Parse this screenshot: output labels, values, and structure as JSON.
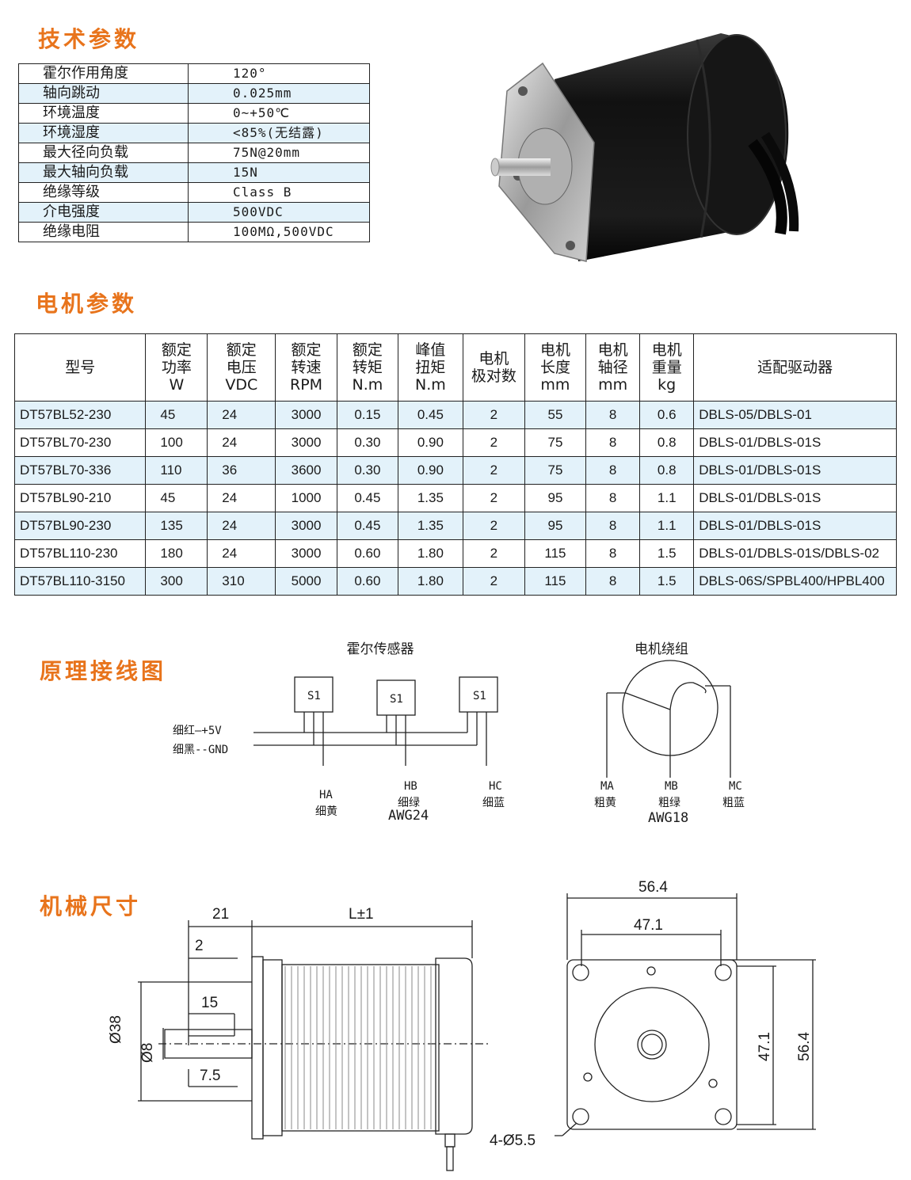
{
  "titles": {
    "tech": "技术参数",
    "motor": "电机参数",
    "wiring": "原理接线图",
    "mech": "机械尺寸"
  },
  "tech_params": [
    {
      "label": "霍尔作用角度",
      "value": "120°"
    },
    {
      "label": "轴向跳动",
      "value": "0.025mm"
    },
    {
      "label": "环境温度",
      "value": "0~+50℃"
    },
    {
      "label": "环境湿度",
      "value": "<85%(无结露)"
    },
    {
      "label": "最大径向负载",
      "value": "75N@20mm"
    },
    {
      "label": "最大轴向负载",
      "value": "15N"
    },
    {
      "label": "绝缘等级",
      "value": "Class B"
    },
    {
      "label": "介电强度",
      "value": "500VDC"
    },
    {
      "label": "绝缘电阻",
      "value": "100MΩ,500VDC"
    }
  ],
  "motor_table": {
    "headers": [
      [
        "型号"
      ],
      [
        "额定",
        "功率",
        "W"
      ],
      [
        "额定",
        "电压",
        "VDC"
      ],
      [
        "额定",
        "转速",
        "RPM"
      ],
      [
        "额定",
        "转矩",
        "N.m"
      ],
      [
        "峰值",
        "扭矩",
        "N.m"
      ],
      [
        "电机",
        "极对数"
      ],
      [
        "电机",
        "长度",
        "mm"
      ],
      [
        "电机",
        "轴径",
        "mm"
      ],
      [
        "电机",
        "重量",
        "kg"
      ],
      [
        "适配驱动器"
      ]
    ],
    "rows": [
      [
        "DT57BL52-230",
        "45",
        "24",
        "3000",
        "0.15",
        "0.45",
        "2",
        "55",
        "8",
        "0.6",
        "DBLS-05/DBLS-01"
      ],
      [
        "DT57BL70-230",
        "100",
        "24",
        "3000",
        "0.30",
        "0.90",
        "2",
        "75",
        "8",
        "0.8",
        "DBLS-01/DBLS-01S"
      ],
      [
        "DT57BL70-336",
        "110",
        "36",
        "3600",
        "0.30",
        "0.90",
        "2",
        "75",
        "8",
        "0.8",
        "DBLS-01/DBLS-01S"
      ],
      [
        "DT57BL90-210",
        "45",
        "24",
        "1000",
        "0.45",
        "1.35",
        "2",
        "95",
        "8",
        "1.1",
        "DBLS-01/DBLS-01S"
      ],
      [
        "DT57BL90-230",
        "135",
        "24",
        "3000",
        "0.45",
        "1.35",
        "2",
        "95",
        "8",
        "1.1",
        "DBLS-01/DBLS-01S"
      ],
      [
        "DT57BL110-230",
        "180",
        "24",
        "3000",
        "0.60",
        "1.80",
        "2",
        "115",
        "8",
        "1.5",
        "DBLS-01/DBLS-01S/DBLS-02"
      ],
      [
        "DT57BL110-3150",
        "300",
        "310",
        "5000",
        "0.60",
        "1.80",
        "2",
        "115",
        "8",
        "1.5",
        "DBLS-06S/SPBL400/HPBL400"
      ]
    ]
  },
  "wiring": {
    "hall_title": "霍尔传感器",
    "winding_title": "电机绕组",
    "sensor_label": "S1",
    "wire_plus": "细红—+5V",
    "wire_gnd": "细黑--GND",
    "hall_wires": [
      {
        "code": "HA",
        "color": "细黄"
      },
      {
        "code": "HB",
        "color": "细绿"
      },
      {
        "code": "HC",
        "color": "细蓝"
      }
    ],
    "hall_gauge": "AWG24",
    "winding_wires": [
      {
        "code": "MA",
        "color": "粗黄"
      },
      {
        "code": "MB",
        "color": "粗绿"
      },
      {
        "code": "MC",
        "color": "粗蓝"
      }
    ],
    "winding_gauge": "AWG18"
  },
  "dimensions": {
    "shaft_len": "21",
    "body_len": "L±1",
    "flange_step": "2",
    "key_len": "15",
    "shaft_dia": "Ø8",
    "pilot_dia": "Ø38",
    "key_offset": "7.5",
    "flange_w": "56.4",
    "hole_span": "47.1",
    "flange_h": "56.4",
    "hole_span_v": "47.1",
    "holes": "4-Ø5.5"
  },
  "colors": {
    "title": "#e8741c",
    "stripe": "#e3f2fa"
  }
}
